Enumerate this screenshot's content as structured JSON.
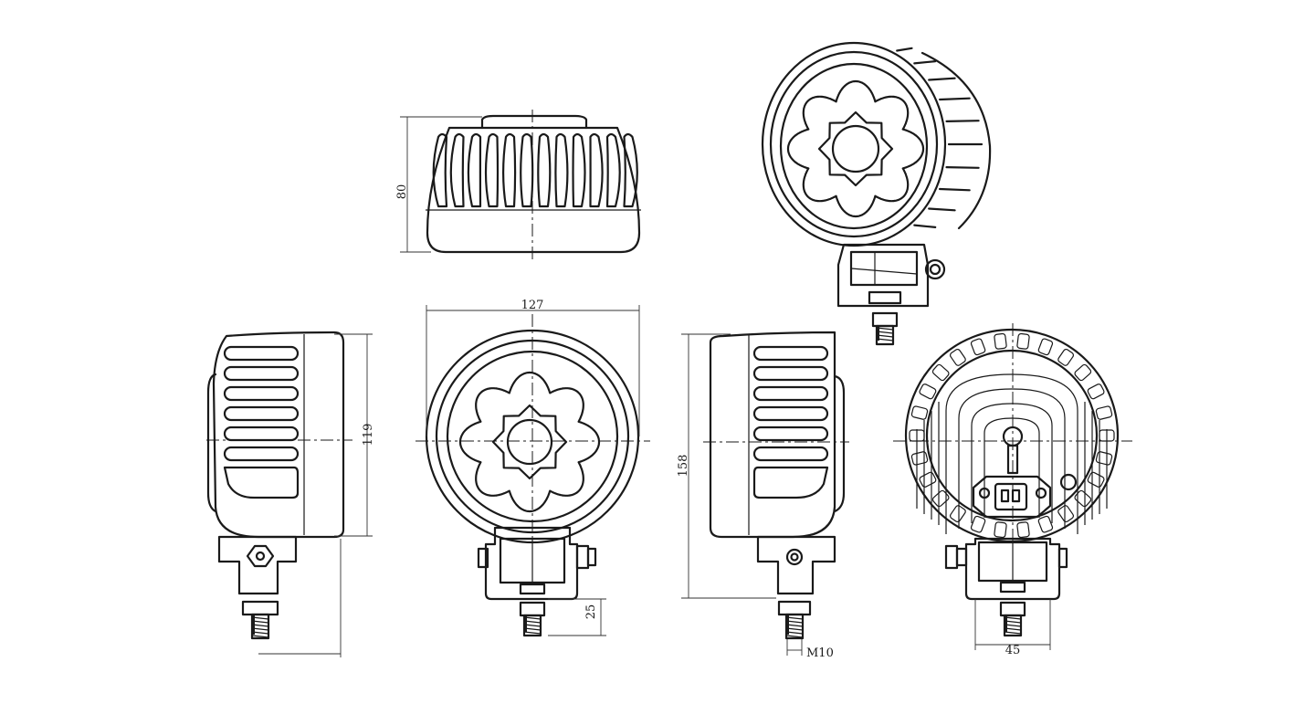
{
  "dimensions": {
    "front_width": "127",
    "side_height": "119",
    "top_depth": "80",
    "overall_height": "158",
    "bracket_height": "25",
    "bolt_thread": "M10",
    "bracket_width": "45"
  },
  "colors": {
    "line": "#1a1a1a",
    "background": "#ffffff"
  },
  "icons": [
    "rounded-light-body",
    "eight-petal-lens",
    "mount-bracket",
    "threaded-bolt",
    "hex-nut",
    "rear-connector"
  ]
}
